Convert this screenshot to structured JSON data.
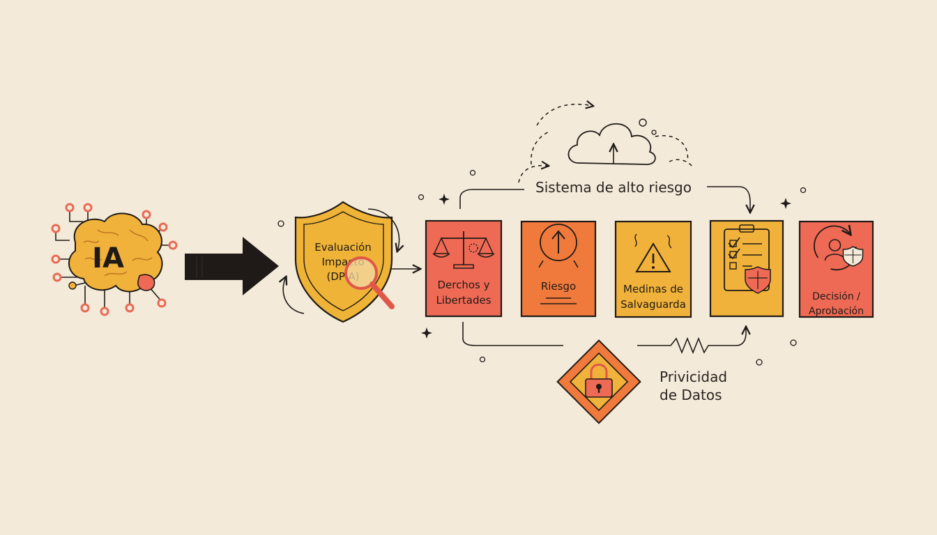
{
  "colors": {
    "background": "#f3ead9",
    "outline": "#1f1a17",
    "yellow": "#f0b23a",
    "orange": "#f07a3c",
    "red": "#ef6a55",
    "shield": "#efb437"
  },
  "ai": {
    "label": "IA"
  },
  "dpia": {
    "line1": "Evaluación",
    "line2": "Impacto",
    "line3": "(DPIA)"
  },
  "top_label": "Sistema de alto riesgo",
  "steps": [
    {
      "line1": "Derchos y",
      "line2": "Libertades",
      "color": "#ef6a55",
      "icon": "scales-icon"
    },
    {
      "line1": "Riesgo",
      "line2": "",
      "color": "#f07a3c",
      "icon": "risk-arrow-icon"
    },
    {
      "line1": "Medinas de",
      "line2": "Salvaguarda",
      "color": "#f0b23a",
      "icon": "warning-icon"
    },
    {
      "line1": "",
      "line2": "",
      "color": "#f0b23a",
      "icon": "checklist-icon"
    },
    {
      "line1": "Decisión /",
      "line2": "Aprobación",
      "color": "#ef6a55",
      "icon": "user-shield-icon"
    }
  ],
  "privacy": {
    "line1": "Privicidad",
    "line2": "de Datos"
  }
}
